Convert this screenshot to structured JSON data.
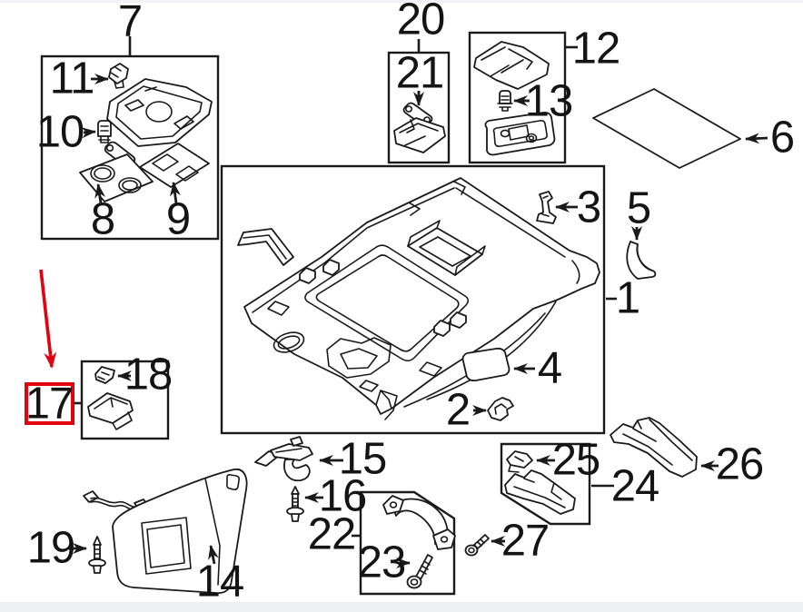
{
  "colors": {
    "line": "#1a1a1a",
    "highlight": "#e3000f",
    "background": "#ffffff",
    "strip": "#edeff2"
  },
  "selected": {
    "callout": "17"
  },
  "callouts": {
    "c1": "1",
    "c2": "2",
    "c3": "3",
    "c4": "4",
    "c5": "5",
    "c6": "6",
    "c7": "7",
    "c8": "8",
    "c9": "9",
    "c10": "10",
    "c11": "11",
    "c12": "12",
    "c13": "13",
    "c14": "14",
    "c15": "15",
    "c16": "16",
    "c17": "17",
    "c18": "18",
    "c19": "19",
    "c20": "20",
    "c21": "21",
    "c22": "22",
    "c23": "23",
    "c24": "24",
    "c25": "25",
    "c26": "26",
    "c27": "27"
  }
}
